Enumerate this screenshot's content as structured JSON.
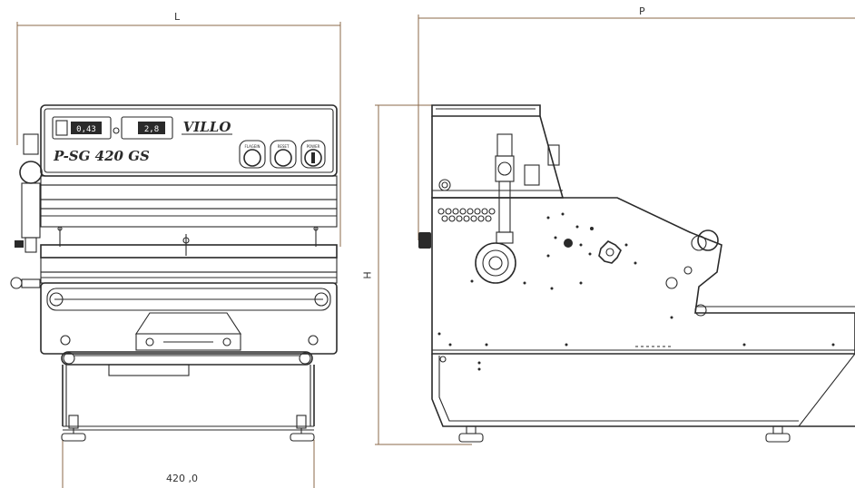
{
  "dimensions": {
    "width_label": "L",
    "depth_label": "P",
    "height_label": "H",
    "base_width_value": "420 ,0"
  },
  "front_panel": {
    "display_left": "0,43",
    "display_right": "2,8",
    "brand_logo": "VILLO",
    "model_name": "P-SG 420 GS",
    "button_1_label": "FLAGEIN",
    "button_2_label": "RESET",
    "button_3_label": "POWER"
  },
  "colors": {
    "dimension_line": "#8b6a4a",
    "drawing_line": "#2a2a2a",
    "background": "#ffffff"
  }
}
